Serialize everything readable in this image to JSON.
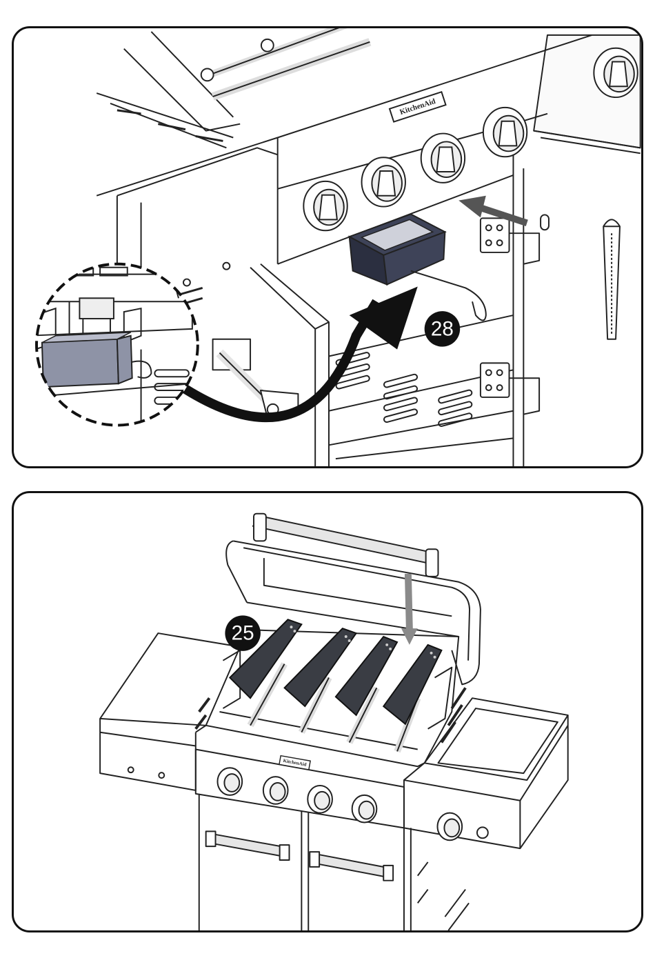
{
  "steps": [
    {
      "number": "28",
      "brand": "KitchenAid",
      "colors": {
        "part_fill": "#3e4358",
        "part_light": "#8e93a6",
        "arrow": "#111111"
      }
    },
    {
      "number": "25",
      "brand": "KitchenAid",
      "colors": {
        "part_fill": "#3a3d44",
        "arrow": "#8a8a8a"
      }
    }
  ]
}
